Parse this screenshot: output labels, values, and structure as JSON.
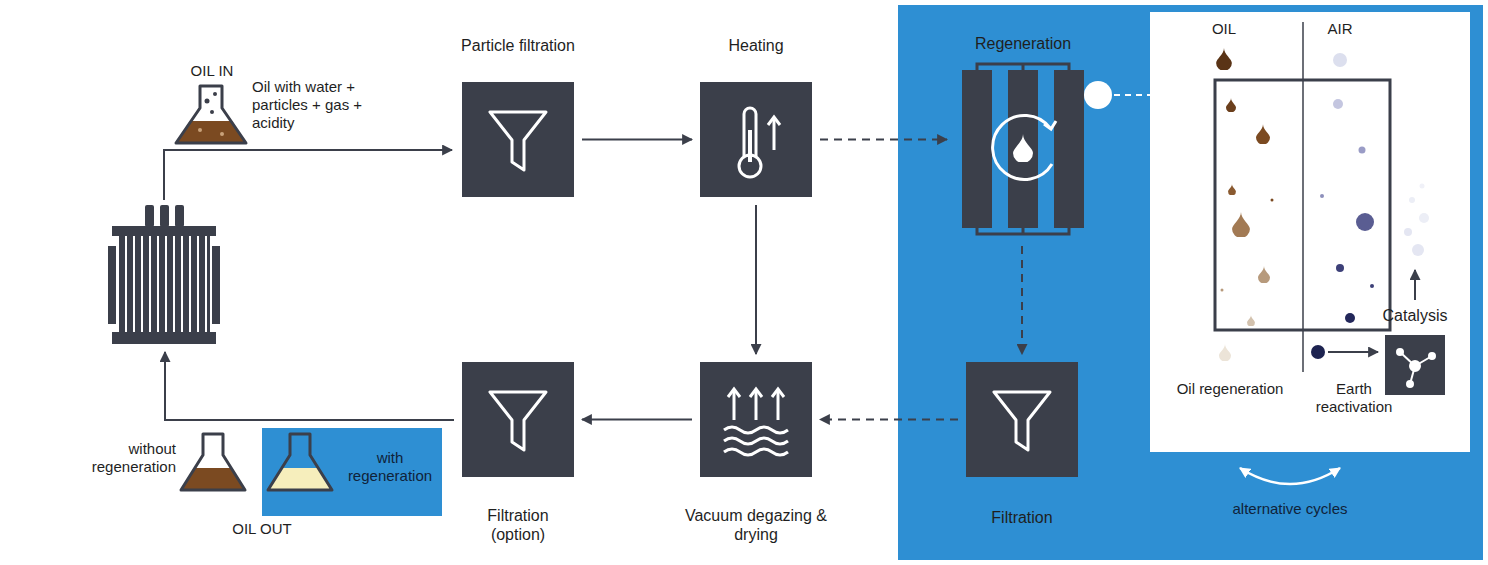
{
  "diagram": {
    "nodes": [
      {
        "text": [
          "Particle filtration"
        ]
      },
      {
        "text": [
          "Heating"
        ]
      },
      {
        "text": [
          "Regeneration"
        ]
      },
      {
        "text": [
          "OIL",
          "AIR",
          "Oil regeneration",
          "Earth reactivation"
        ]
      },
      {
        "text": [
          "Catalysis"
        ],
        "in": 3
      },
      {
        "text": [
          "Filtration"
        ]
      },
      {
        "text": [
          "Vacuum degazing & drying"
        ]
      },
      {
        "text": [
          "Filtration (option)"
        ]
      },
      {
        "text": [
          "with regeneration"
        ]
      }
    ],
    "edges": [
      {
        "from": 0,
        "to": 1,
        "arrow": "to"
      },
      {
        "from": 1,
        "to": 2,
        "arrow": "to"
      },
      {
        "from": 1,
        "to": 6,
        "arrow": "to"
      },
      {
        "from": 2,
        "to": 3,
        "arrow": "none"
      },
      {
        "from": 2,
        "to": 5,
        "arrow": "to"
      },
      {
        "from": 5,
        "to": 6,
        "arrow": "to"
      },
      {
        "from": 6,
        "to": 7,
        "arrow": "to"
      }
    ],
    "labels": [
      "OIL IN",
      "Oil with water + particles + gas + acidity",
      "without regeneration",
      "OIL OUT",
      "alternative cycles"
    ]
  }
}
